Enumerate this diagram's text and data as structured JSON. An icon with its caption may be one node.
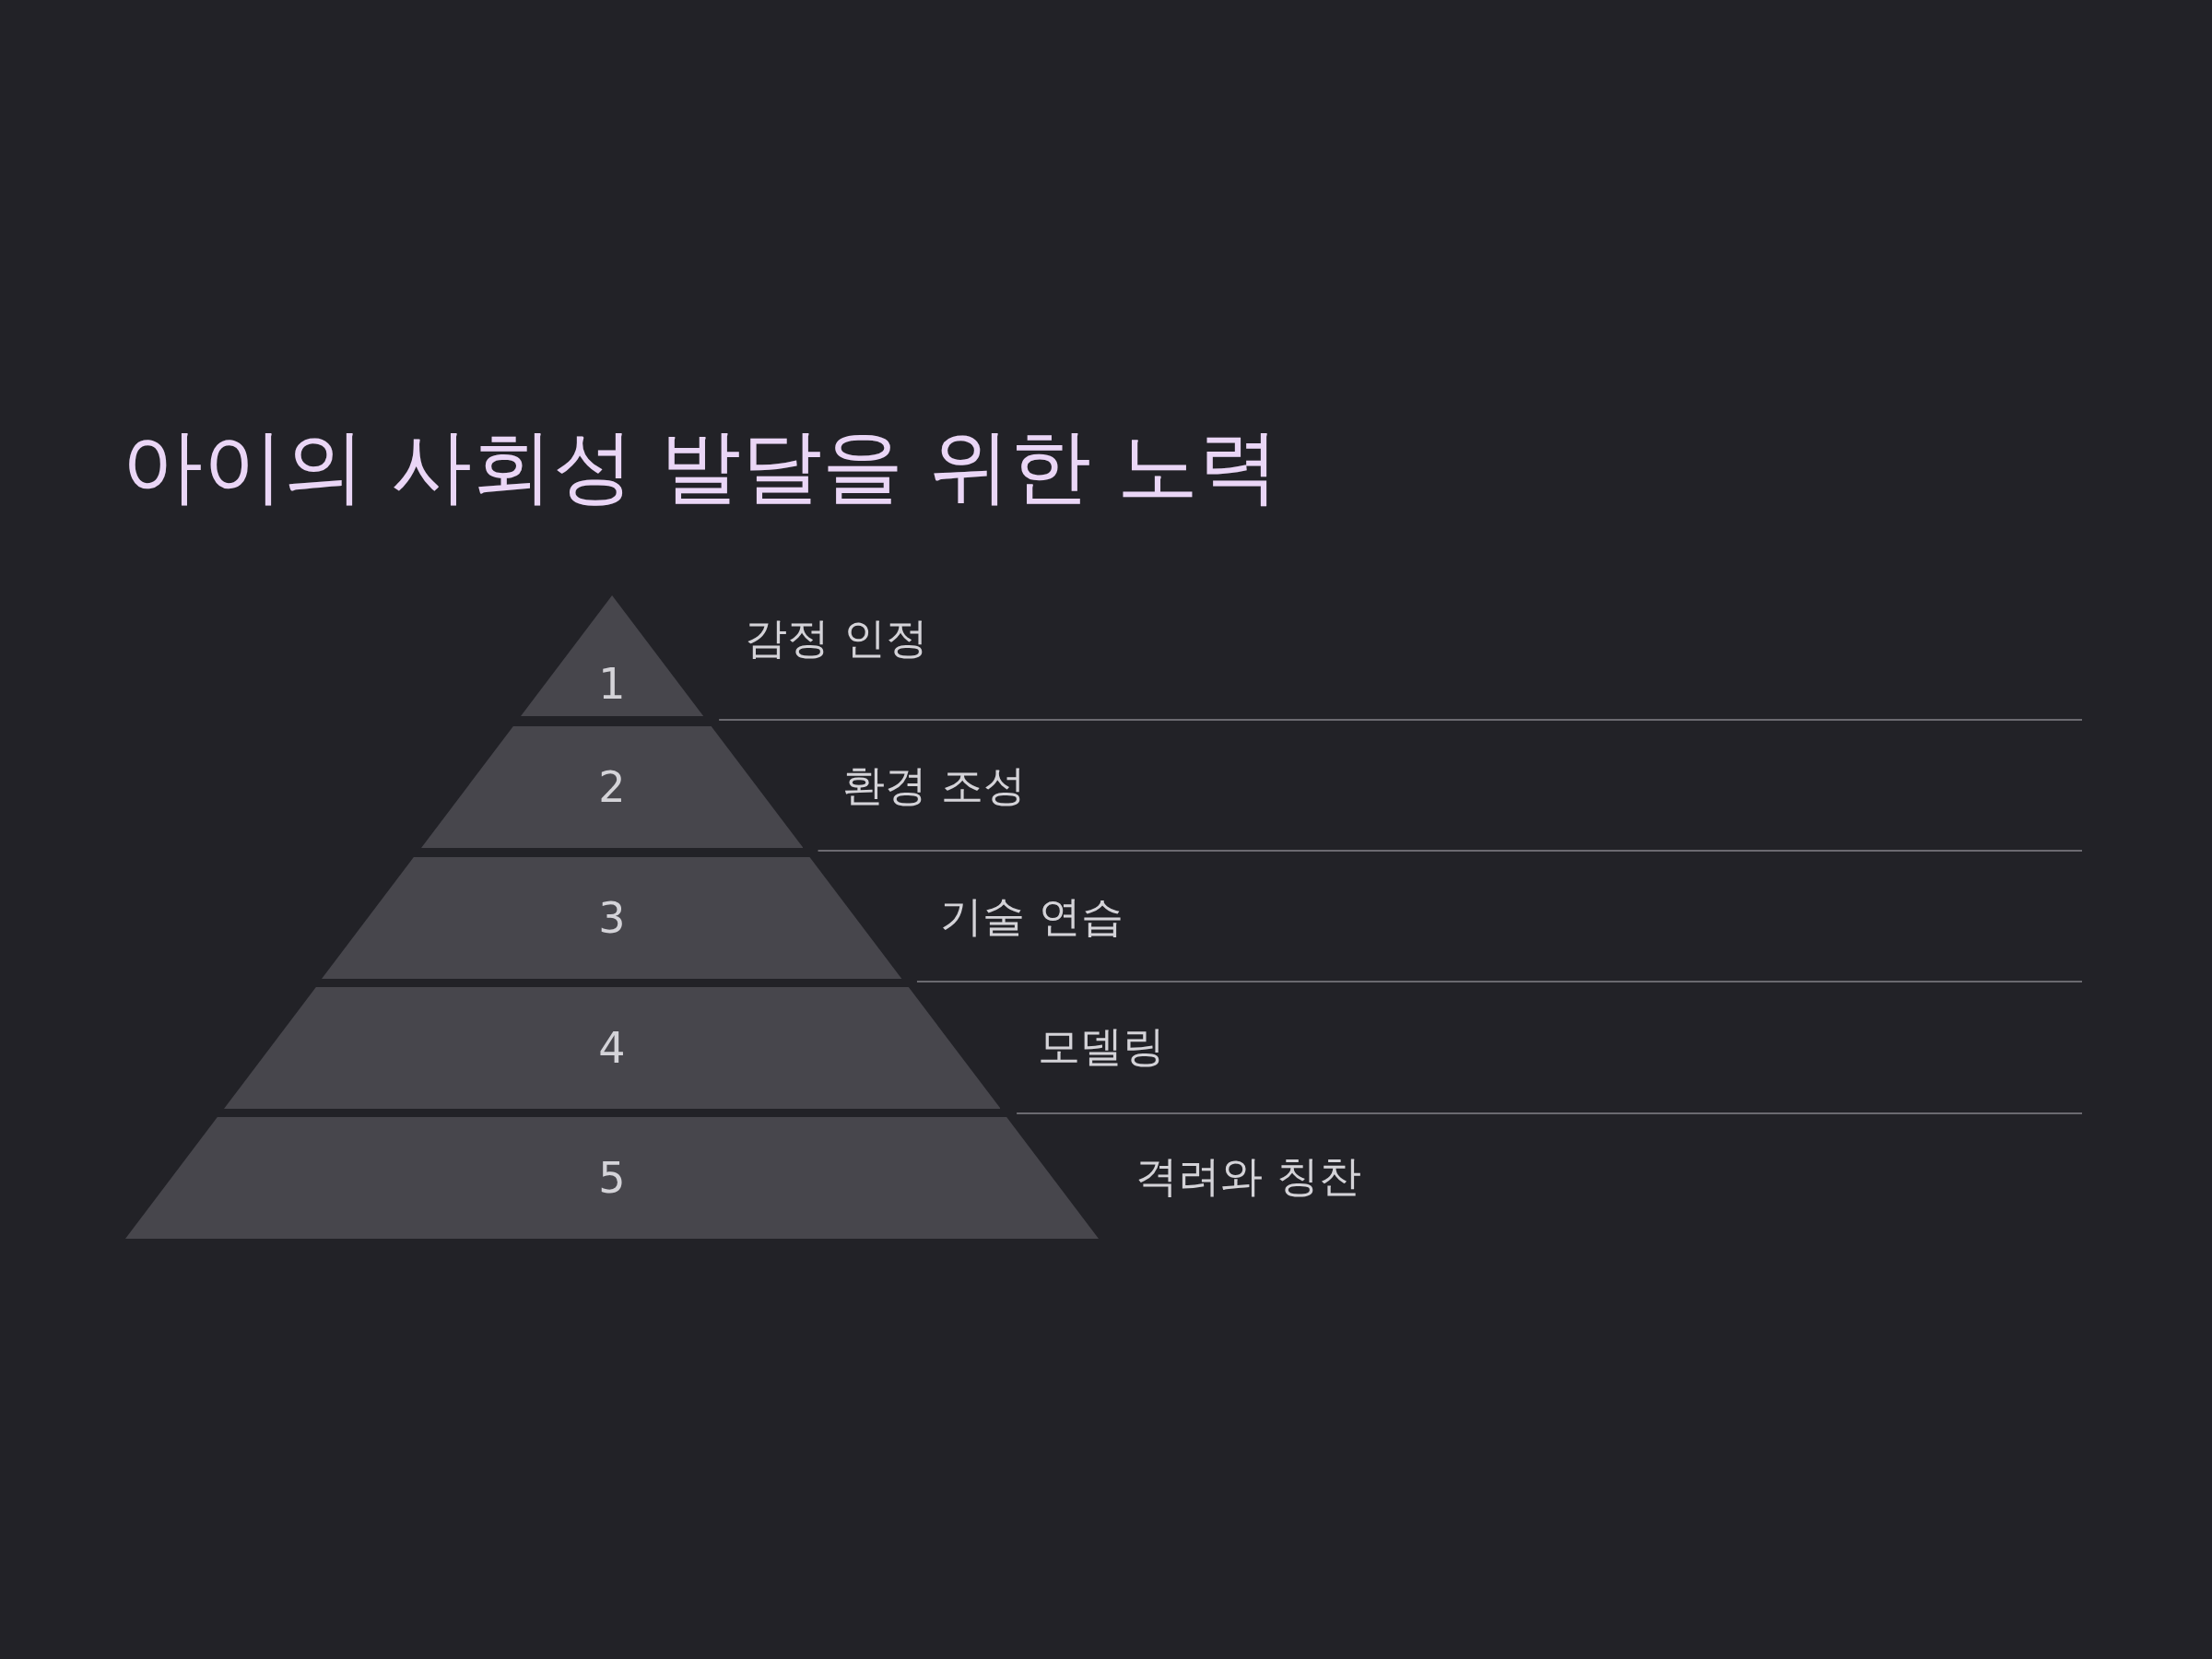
{
  "diagram": {
    "title": "아이의 사회성 발달을 위한 노력",
    "nodes": [
      {
        "text": [
          "1"
        ],
        "beside": [
          "감정 인정"
        ]
      },
      {
        "text": [
          "2"
        ],
        "beside": [
          "환경 조성"
        ]
      },
      {
        "text": [
          "3"
        ],
        "beside": [
          "기술 연습"
        ]
      },
      {
        "text": [
          "4"
        ],
        "beside": [
          "모델링"
        ]
      },
      {
        "text": [
          "5"
        ],
        "beside": [
          "격려와 칭찬"
        ]
      }
    ]
  }
}
